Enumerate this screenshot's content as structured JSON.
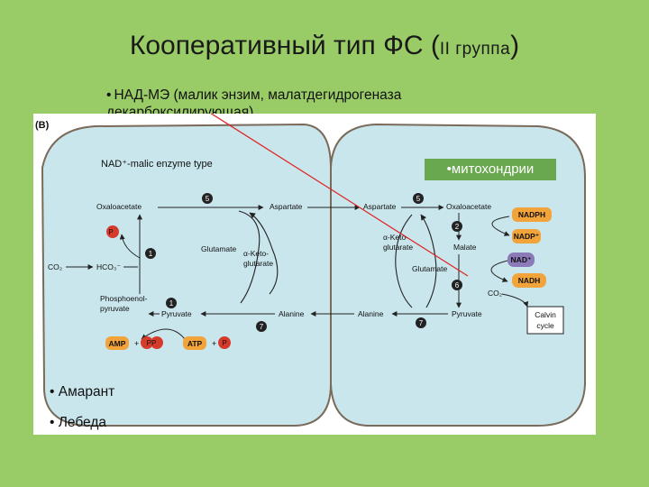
{
  "title": {
    "main": "Кооперативный тип ФС (",
    "group": "II группа",
    "close": ")"
  },
  "subtitle": {
    "bullet": "•",
    "line1": "НАД-МЭ (малик энзим, малатдегидрогеназа",
    "line2": "декарбоксилирующая)"
  },
  "callout": "•митохондрии",
  "bottom_list": [
    "• Амарант",
    "• Лебеда"
  ],
  "diagram": {
    "panel_label": "(B)",
    "type_label": "NAD⁺-malic enzyme type",
    "metabolites": {
      "oxaloacetate_left": "Oxaloacetate",
      "aspartate_left": "Aspartate",
      "aspartate_right": "Aspartate",
      "oxaloacetate_right": "Oxaloacetate",
      "pi": "P",
      "pi_sub": "i",
      "co2": "CO₂",
      "hco3": "HCO₃⁻",
      "glutamate_left": "Glutamate",
      "aketo_left_1": "α-Keto-",
      "aketo_left_2": "glutarate",
      "aketo_right_1": "α-Keto-",
      "aketo_right_2": "glutarate",
      "malate": "Malate",
      "glutamate_right": "Glutamate",
      "pep_1": "Phosphoenol-",
      "pep_2": "pyruvate",
      "pyruvate_left": "Pyruvate",
      "alanine_left": "Alanine",
      "alanine_right": "Alanine",
      "pyruvate_right": "Pyruvate",
      "co2_right": "CO₂",
      "amp": "AMP",
      "plus": "+",
      "ppi": "PP",
      "ppi_sub": "i",
      "atp": "ATP",
      "calvin_1": "Calvin",
      "calvin_2": "cycle"
    },
    "cofactors": {
      "nadph": "NADPH",
      "nadp": "NADP⁺",
      "nad": "NAD⁺",
      "nadh": "NADH"
    },
    "steps": [
      "5",
      "1",
      "1",
      "7",
      "5",
      "2",
      "6",
      "7"
    ],
    "colors": {
      "cell_fill": "#c9e6ec",
      "cell_stroke": "#7a6a5a",
      "cofactor_orange": "#f2a33a",
      "cofactor_purple": "#8c7ab8",
      "pi_red": "#d63a2a",
      "step_dark": "#222222",
      "pointer_red": "#e02020"
    }
  }
}
